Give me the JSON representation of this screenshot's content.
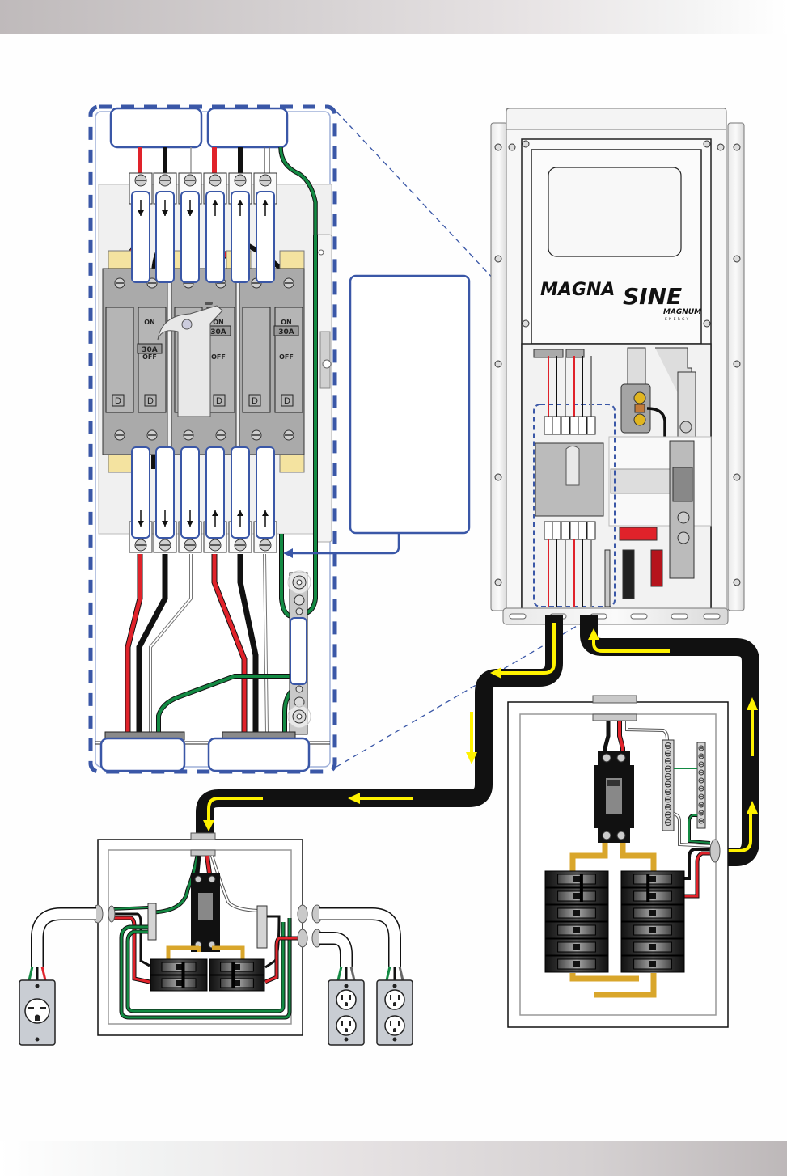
{
  "page": {
    "header_band": "",
    "footer_band": ""
  },
  "detail_view": {
    "title": "Inverter bypass / transfer detail (enlarged)",
    "top_label_left": "",
    "top_label_right": "",
    "bottom_label_left": "",
    "bottom_label_right": "",
    "callout_text": "",
    "ground_bar_label": "",
    "breakers": [
      {
        "id": "left",
        "rating": "30A",
        "on_label": "ON",
        "off_label": "OFF",
        "state": "off"
      },
      {
        "id": "middle",
        "rating": "30A",
        "on_label": "ON",
        "off_label": "OFF",
        "state": "on"
      },
      {
        "id": "right",
        "rating": "30A",
        "on_label": "ON",
        "off_label": "OFF",
        "state": "on"
      }
    ],
    "top_terminals": [
      {
        "wire": "red",
        "arrow": "down"
      },
      {
        "wire": "black",
        "arrow": "down"
      },
      {
        "wire": "white",
        "arrow": "down"
      },
      {
        "wire": "red",
        "arrow": "up"
      },
      {
        "wire": "black",
        "arrow": "up"
      },
      {
        "wire": "white",
        "arrow": "up"
      }
    ],
    "bottom_terminals": [
      {
        "wire": "red",
        "arrow": "down"
      },
      {
        "wire": "black",
        "arrow": "down"
      },
      {
        "wire": "white",
        "arrow": "down"
      },
      {
        "wire": "red",
        "arrow": "up"
      },
      {
        "wire": "black",
        "arrow": "up"
      },
      {
        "wire": "white",
        "arrow": "up"
      }
    ]
  },
  "inverter": {
    "brand_part1": "MAGNA",
    "brand_part2": "SINE",
    "maker": "MAGNUM",
    "maker_sub": "ENERGY"
  },
  "main_panel": {
    "label": "",
    "branch_breaker_rows": 6
  },
  "sub_panel": {
    "label": "",
    "branch_breaker_rows": 2
  },
  "outlets": [
    {
      "type": "30A-receptacle",
      "label": ""
    },
    {
      "type": "duplex-120V",
      "label": ""
    },
    {
      "type": "duplex-120V",
      "label": ""
    }
  ],
  "colors": {
    "callout_blue": "#3a57a7",
    "wire_red": "#e0222a",
    "wire_black": "#111111",
    "wire_green": "#138a43",
    "bus_gold": "#d9a62b",
    "flow_arrow": "#fff200",
    "neutral_bar": "#c9c9c9"
  }
}
